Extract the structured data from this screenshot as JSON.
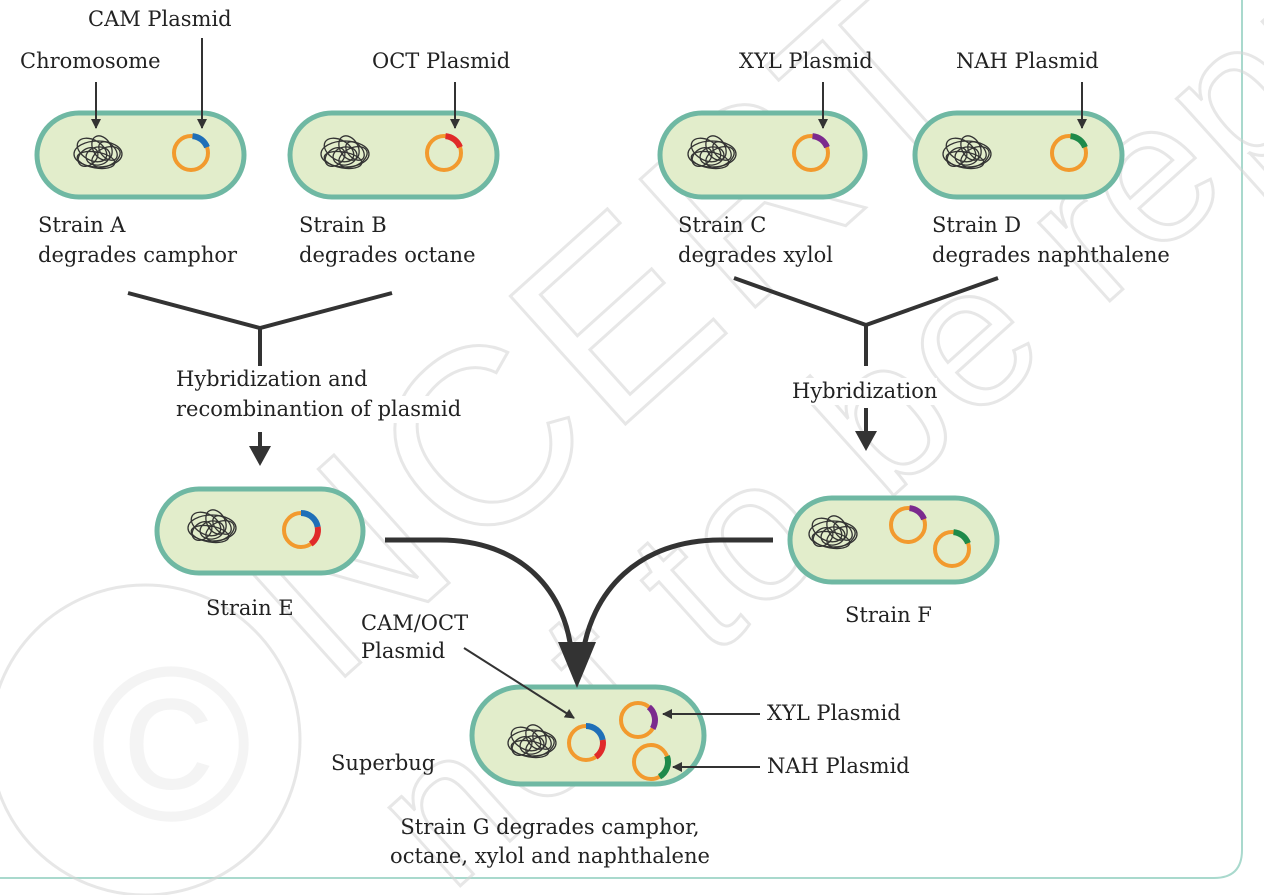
{
  "labels": {
    "cam_plasmid": "CAM Plasmid",
    "chromosome": "Chromosome",
    "oct_plasmid": "OCT Plasmid",
    "xyl_plasmid": "XYL Plasmid",
    "nah_plasmid": "NAH Plasmid",
    "strain_a_name": "Strain A",
    "strain_a_desc": "degrades camphor",
    "strain_b_name": "Strain B",
    "strain_b_desc": "degrades octane",
    "strain_c_name": "Strain C",
    "strain_c_desc": "degrades xylol",
    "strain_d_name": "Strain D",
    "strain_d_desc": "degrades naphthalene",
    "hybrid_left_1": "Hybridization and",
    "hybrid_left_2": "recombinantion of plasmid",
    "hybrid_right": "Hybridization",
    "strain_e": "Strain E",
    "strain_f": "Strain F",
    "cam_oct_1": "CAM/OCT",
    "cam_oct_2": "Plasmid",
    "xyl_plasmid_g": "XYL Plasmid",
    "nah_plasmid_g": "NAH Plasmid",
    "superbug": "Superbug",
    "strain_g_1": "Strain G degrades camphor,",
    "strain_g_2": "octane, xylol and naphthalene"
  },
  "watermark": [
    "©",
    "NCERT",
    "not to be republished"
  ],
  "colors": {
    "cell_fill": "#e2edcb",
    "cell_border": "#6fb8a3",
    "plasmid_ring": "#f29a2e",
    "cam": "#1f6fb8",
    "oct": "#e02a2a",
    "xyl": "#7b2a8e",
    "nah": "#1e8a4a",
    "panel_border": "#a9d9cd",
    "arrow": "#333333"
  }
}
